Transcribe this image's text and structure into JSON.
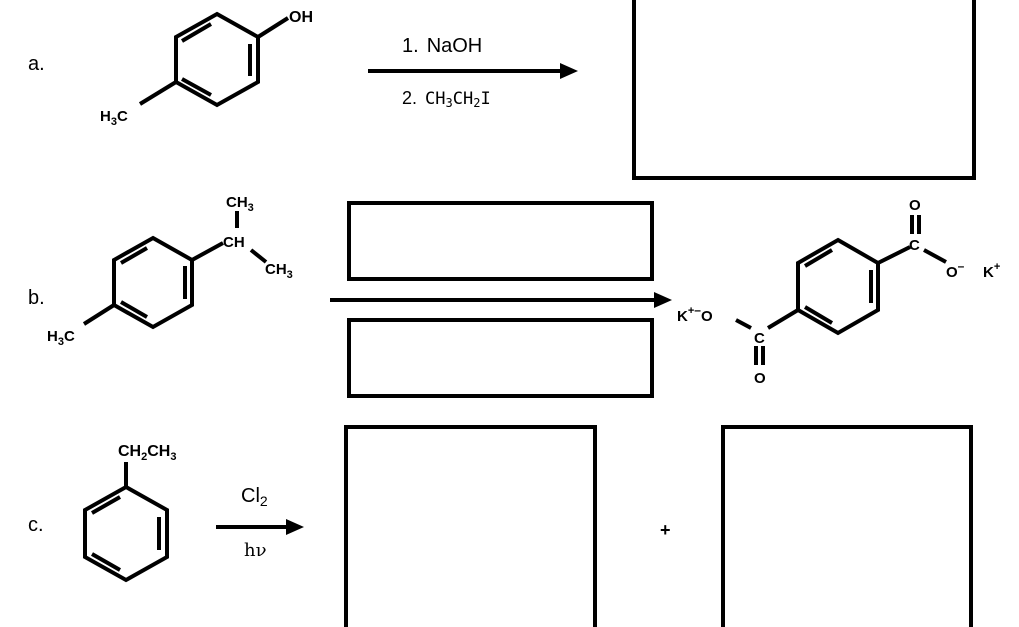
{
  "problems": [
    {
      "label": "a.",
      "reactant": {
        "substituent_top": "OH",
        "substituent_bottom_main": "H",
        "substituent_bottom_sub": "3",
        "substituent_bottom_end": "C"
      },
      "conditions": {
        "step1_num": "1.",
        "step1_reagent": "NaOH",
        "step2_num": "2.",
        "step2_reagent_parts": [
          "CH",
          "3",
          "CH",
          "2",
          "I"
        ]
      }
    },
    {
      "label": "b.",
      "reactant": {
        "top_group_main": "CH",
        "top_group_sub": "3",
        "ch_label": "CH",
        "right_group_main": "CH",
        "right_group_sub": "3",
        "bottom_main": "H",
        "bottom_sub": "3",
        "bottom_end": "C"
      },
      "product": {
        "left_counterion": "K",
        "left_counterion_charge": "+",
        "left_oxygen_charge": "–",
        "left_oxygen": "O",
        "left_carbon": "C",
        "left_carbonyl_o": "O",
        "right_carbonyl_o": "O",
        "right_carbon": "C",
        "right_oxygen": "O",
        "right_oxygen_charge": "–",
        "right_counterion": "K",
        "right_counterion_charge": "+"
      }
    },
    {
      "label": "c.",
      "reactant": {
        "group_parts": [
          "CH",
          "2",
          "CH",
          "3"
        ]
      },
      "conditions": {
        "reagent_main": "Cl",
        "reagent_sub": "2",
        "light": "hν"
      },
      "plus": "+"
    }
  ]
}
